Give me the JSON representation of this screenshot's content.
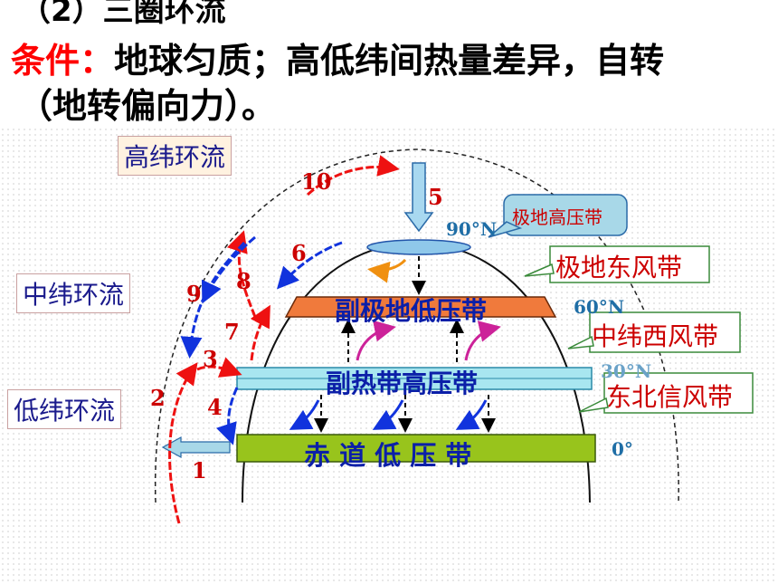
{
  "header": {
    "title": "（2）三圈环流",
    "condition_label": "条件：",
    "condition_text": "地球匀质；高低纬间热量差异，自转",
    "condition_text2": "（地转偏向力）。"
  },
  "circulations": {
    "high": "高纬环流",
    "mid": "中纬环流",
    "low": "低纬环流"
  },
  "pressure_belts": {
    "polar_high": "极地高压带",
    "subpolar_low": "副极地低压带",
    "subtropical_high": "副热带高压带",
    "equatorial_low": "赤 道 低 压 带"
  },
  "wind_belts": {
    "polar_easterlies": "极地东风带",
    "westerlies": "中纬西风带",
    "ne_trades": "东北信风带"
  },
  "latitudes": {
    "lat90": "90°N",
    "lat60": "60°N",
    "lat30": "30°N",
    "lat0": "0°"
  },
  "arrow_numbers": [
    "1",
    "2",
    "3",
    "4",
    "5",
    "6",
    "7",
    "8",
    "9",
    "10"
  ],
  "colors": {
    "red_arrow": "#ee1111",
    "blue_arrow": "#1133dd",
    "subpolar_bar": "#f07a3c",
    "subtropical_bar": "#a8e6f0",
    "equator_bar": "#98c41c",
    "callout_fill": "#a8d8e8",
    "callout_text": "#cc0000"
  }
}
